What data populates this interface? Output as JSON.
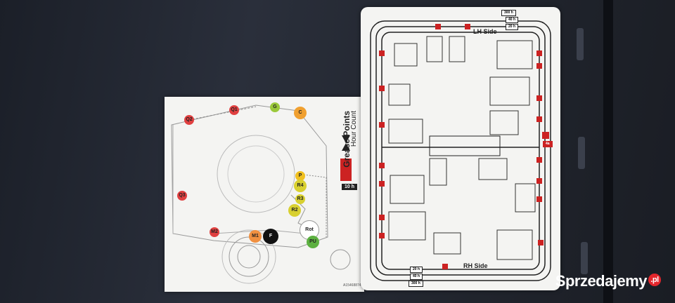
{
  "left_label": {
    "title": "Grease Points",
    "subtitle": "Hour Count",
    "interval": "10 h",
    "part_code": "A15468874",
    "points": [
      {
        "id": "Q1",
        "color": "#e04040"
      },
      {
        "id": "Q2",
        "color": "#e04040"
      },
      {
        "id": "Q3",
        "color": "#e04040"
      },
      {
        "id": "G",
        "color": "#9bc93a"
      },
      {
        "id": "C",
        "color": "#f0a030"
      },
      {
        "id": "P",
        "color": "#f0c020"
      },
      {
        "id": "R4",
        "color": "#d8d030"
      },
      {
        "id": "R3",
        "color": "#d8d030"
      },
      {
        "id": "R2",
        "color": "#d8d030"
      },
      {
        "id": "M1",
        "color": "#f09040"
      },
      {
        "id": "M2",
        "color": "#e04040"
      },
      {
        "id": "F",
        "color": "#111111"
      },
      {
        "id": "Rot",
        "color": "#ffffff"
      },
      {
        "id": "PU",
        "color": "#5cb040"
      }
    ]
  },
  "right_label": {
    "top_side": "LH Side",
    "bottom_side": "RH Side",
    "top_hours": [
      "300 h",
      "40 h",
      "20 h"
    ],
    "bottom_hours": [
      "20 h",
      "40 h",
      "300 h"
    ],
    "marker_4a": "4a"
  },
  "watermark": {
    "text": "Sprzedajemy",
    "suffix": ".pl"
  }
}
